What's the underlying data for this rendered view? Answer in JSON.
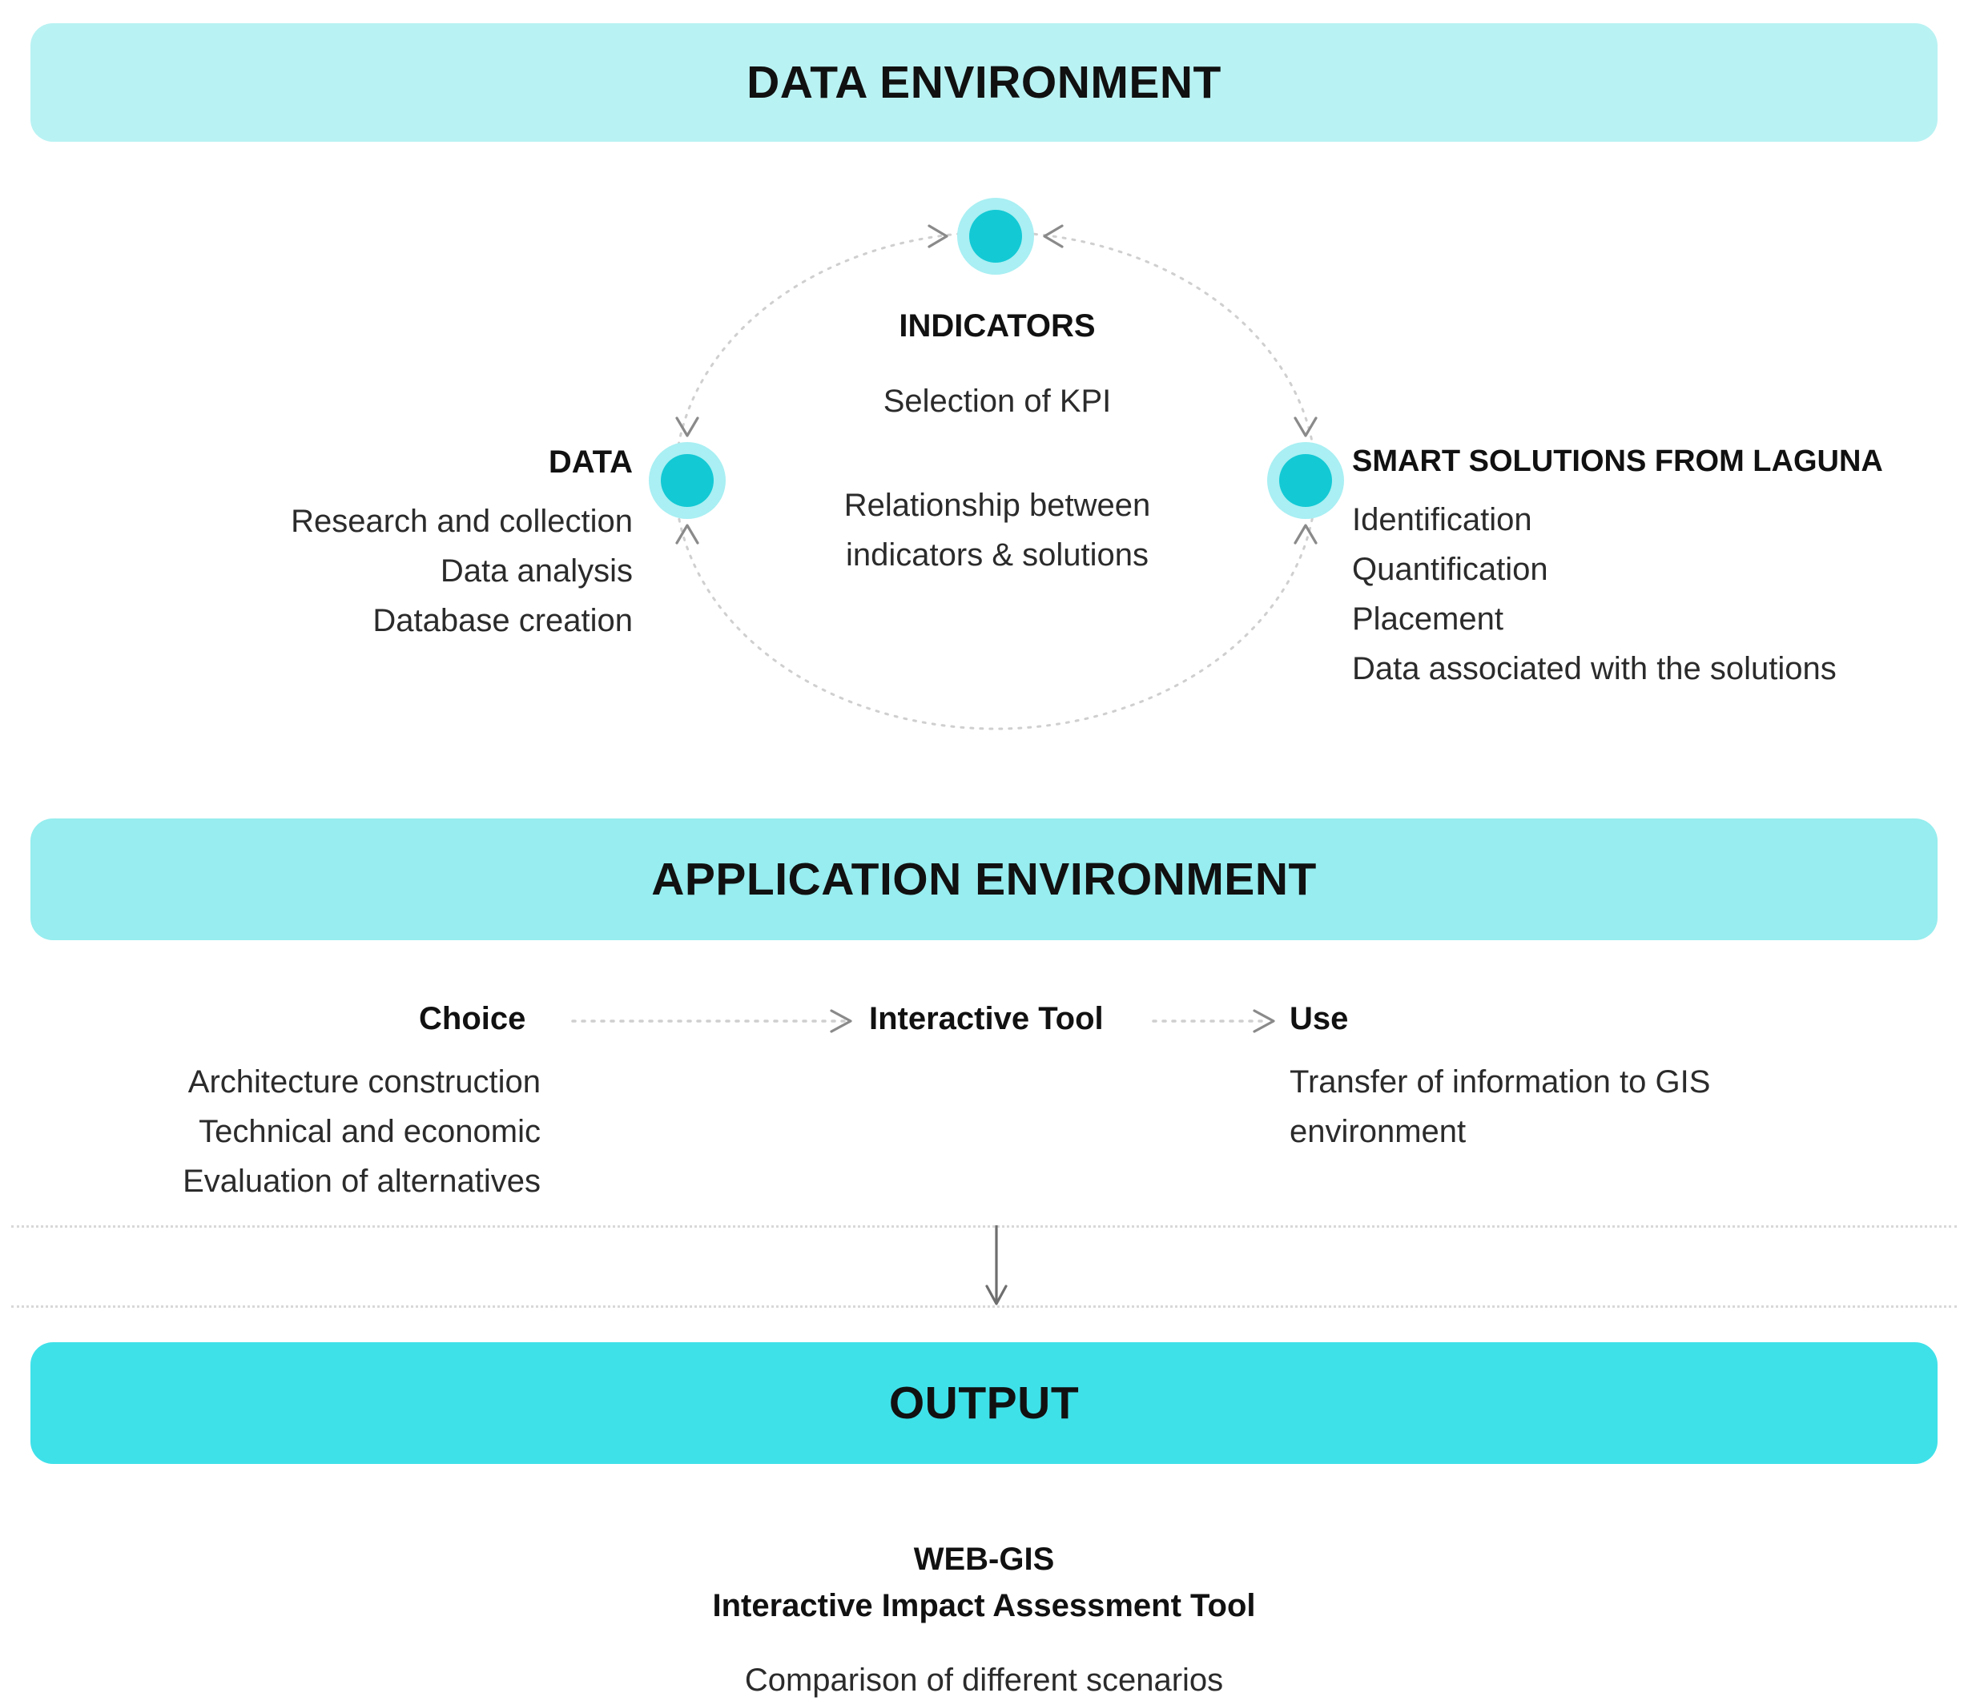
{
  "colors": {
    "banner_data_bg": "#B9F2F3",
    "banner_app_bg": "#97EDEF",
    "banner_output_bg": "#3FE1E9",
    "node_core": "#13C9D4",
    "node_halo": "#A9EFF3",
    "dotted_line": "#bdbdbd",
    "text": "#231f20"
  },
  "banners": {
    "data_environment": "DATA ENVIRONMENT",
    "application_environment": "APPLICATION ENVIRONMENT",
    "output": "OUTPUT"
  },
  "cycle": {
    "nodes": [
      {
        "key": "indicators",
        "label": "INDICATORS"
      },
      {
        "key": "data",
        "label": "DATA"
      },
      {
        "key": "solutions",
        "label": "SMART SOLUTIONS FROM LAGUNA"
      }
    ],
    "indicators": {
      "title": "INDICATORS",
      "items": [
        "Selection of KPI"
      ]
    },
    "center": {
      "line1": "Relationship between",
      "line2": "indicators & solutions"
    },
    "data": {
      "title": "DATA",
      "items": [
        "Research and collection",
        "Data analysis",
        "Database creation"
      ]
    },
    "solutions": {
      "title": "SMART SOLUTIONS FROM LAGUNA",
      "items": [
        "Identification",
        "Quantification",
        "Placement",
        "Data associated with the solutions"
      ]
    }
  },
  "application": {
    "steps": [
      {
        "key": "choice",
        "label": "Choice"
      },
      {
        "key": "interactive_tool",
        "label": "Interactive Tool"
      },
      {
        "key": "use",
        "label": "Use"
      }
    ],
    "choice_items": [
      "Architecture construction",
      "Technical and economic",
      "Evaluation of alternatives"
    ],
    "use_items": [
      "Transfer of information to GIS",
      "environment"
    ]
  },
  "output": {
    "heading_line1": "WEB-GIS",
    "heading_line2": "Interactive Impact Assessment Tool",
    "subtitle": "Comparison of different scenarios"
  }
}
